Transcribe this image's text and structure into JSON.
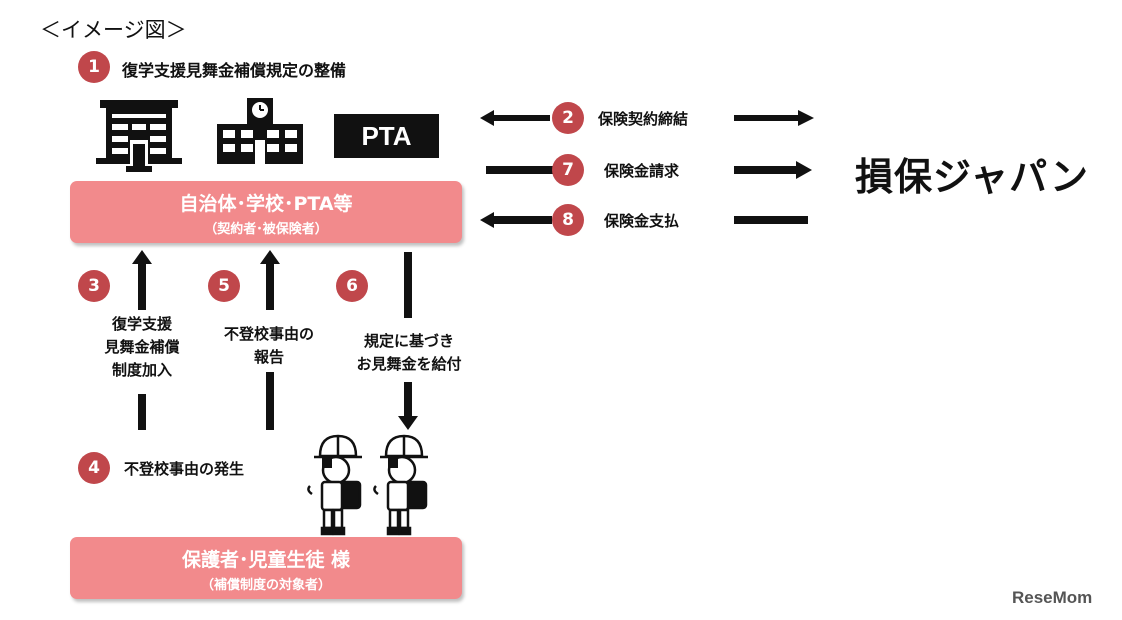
{
  "heading": "＜イメージ図＞",
  "colors": {
    "pink": "#f28a8c",
    "badge": "#c0474b",
    "black": "#111111"
  },
  "step1": {
    "num": "1",
    "label": "復学支援見舞金補償規定の整備"
  },
  "pta_sign": "PTA",
  "top_box": {
    "title": "自治体･学校･PTA等",
    "subtitle": "（契約者･被保険者）"
  },
  "bottom_box": {
    "title": "保護者･児童生徒 様",
    "subtitle": "（補償制度の対象者）"
  },
  "insurer": "損保ジャパン",
  "right_flows": [
    {
      "num": "2",
      "label": "保険契約締結"
    },
    {
      "num": "7",
      "label": "保険金請求"
    },
    {
      "num": "8",
      "label": "保険金支払"
    }
  ],
  "step3": {
    "num": "3",
    "lines": [
      "復学支援",
      "見舞金補償",
      "制度加入"
    ]
  },
  "step5": {
    "num": "5",
    "lines": [
      "不登校事由の",
      "報告"
    ]
  },
  "step6": {
    "num": "6",
    "lines": [
      "規定に基づき",
      "お見舞金を給付"
    ]
  },
  "step4": {
    "num": "4",
    "label": "不登校事由の発生"
  },
  "watermark": "ReseMom",
  "icons": [
    "government-building-icon",
    "school-building-icon",
    "child-student-icon"
  ]
}
